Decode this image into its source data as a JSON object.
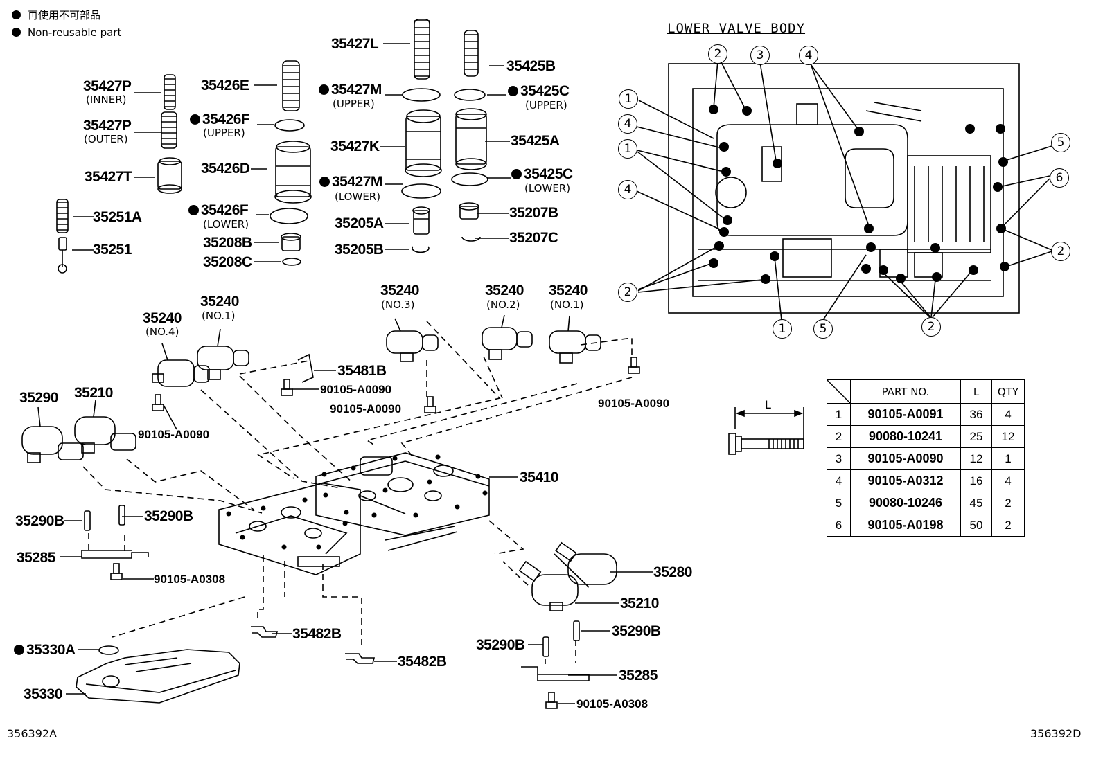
{
  "legend": {
    "jp": "再使用不可部品",
    "en": "Non-reusable part"
  },
  "inset_title": "LOWER VALVE BODY",
  "parts": {
    "p35427L": "35427L",
    "p35425B": "35425B",
    "p35427P_inner": "35427P",
    "inner": "(INNER)",
    "p35427P_outer": "35427P",
    "outer": "(OUTER)",
    "p35426E": "35426E",
    "p35427M_upper": "35427M",
    "upper1": "(UPPER)",
    "p35425C_upper": "35425C",
    "upper2": "(UPPER)",
    "p35426F_upper": "35426F",
    "upper3": "(UPPER)",
    "p35427K": "35427K",
    "p35425A": "35425A",
    "p35427T": "35427T",
    "p35426D": "35426D",
    "p35427M_lower": "35427M",
    "lower1": "(LOWER)",
    "p35425C_lower": "35425C",
    "lower2": "(LOWER)",
    "p35251A": "35251A",
    "p35426F_lower": "35426F",
    "lower3": "(LOWER)",
    "p35205A": "35205A",
    "p35207B": "35207B",
    "p35251": "35251",
    "p35208B": "35208B",
    "p35207C": "35207C",
    "p35208C": "35208C",
    "p35205B": "35205B",
    "p35240_no3": "35240",
    "no3": "(NO.3)",
    "p35240_no2": "35240",
    "no2": "(NO.2)",
    "p35240_no1a": "35240",
    "no1a": "(NO.1)",
    "p35240_no1b": "35240",
    "no1b": "(NO.1)",
    "p35240_no4": "35240",
    "no4": "(NO.4)",
    "p35481B": "35481B",
    "b90105A0090_a": "90105-A0090",
    "b90105A0090_b": "90105-A0090",
    "b90105A0090_c": "90105-A0090",
    "b90105A0090_d": "90105-A0090",
    "p35290": "35290",
    "p35210_a": "35210",
    "p35410": "35410",
    "p35290B_a": "35290B",
    "p35290B_b": "35290B",
    "p35285_a": "35285",
    "b90105A0308_a": "90105-A0308",
    "p35280": "35280",
    "p35210_b": "35210",
    "p35482B_a": "35482B",
    "p35482B_b": "35482B",
    "p35330A": "35330A",
    "p35330": "35330",
    "p35290B_c": "35290B",
    "p35290B_d": "35290B",
    "p35285_b": "35285",
    "b90105A0308_b": "90105-A0308"
  },
  "dimension_label": "L",
  "table": {
    "headers": [
      "PART NO.",
      "L",
      "QTY"
    ],
    "rows": [
      {
        "n": "1",
        "pn": "90105-A0091",
        "l": "36",
        "q": "4"
      },
      {
        "n": "2",
        "pn": "90080-10241",
        "l": "25",
        "q": "12"
      },
      {
        "n": "3",
        "pn": "90105-A0090",
        "l": "12",
        "q": "1"
      },
      {
        "n": "4",
        "pn": "90105-A0312",
        "l": "16",
        "q": "4"
      },
      {
        "n": "5",
        "pn": "90080-10246",
        "l": "45",
        "q": "2"
      },
      {
        "n": "6",
        "pn": "90105-A0198",
        "l": "50",
        "q": "2"
      }
    ]
  },
  "callouts": {
    "c2a": "2",
    "c3": "3",
    "c4a": "4",
    "c1a": "1",
    "c4b": "4",
    "c1b": "1",
    "c4c": "4",
    "c5a": "5",
    "c6": "6",
    "c2b": "2",
    "c2c": "2",
    "c1c": "1",
    "c5b": "5",
    "c2d": "2"
  },
  "footer": {
    "left": "356392A",
    "right": "356392D"
  }
}
